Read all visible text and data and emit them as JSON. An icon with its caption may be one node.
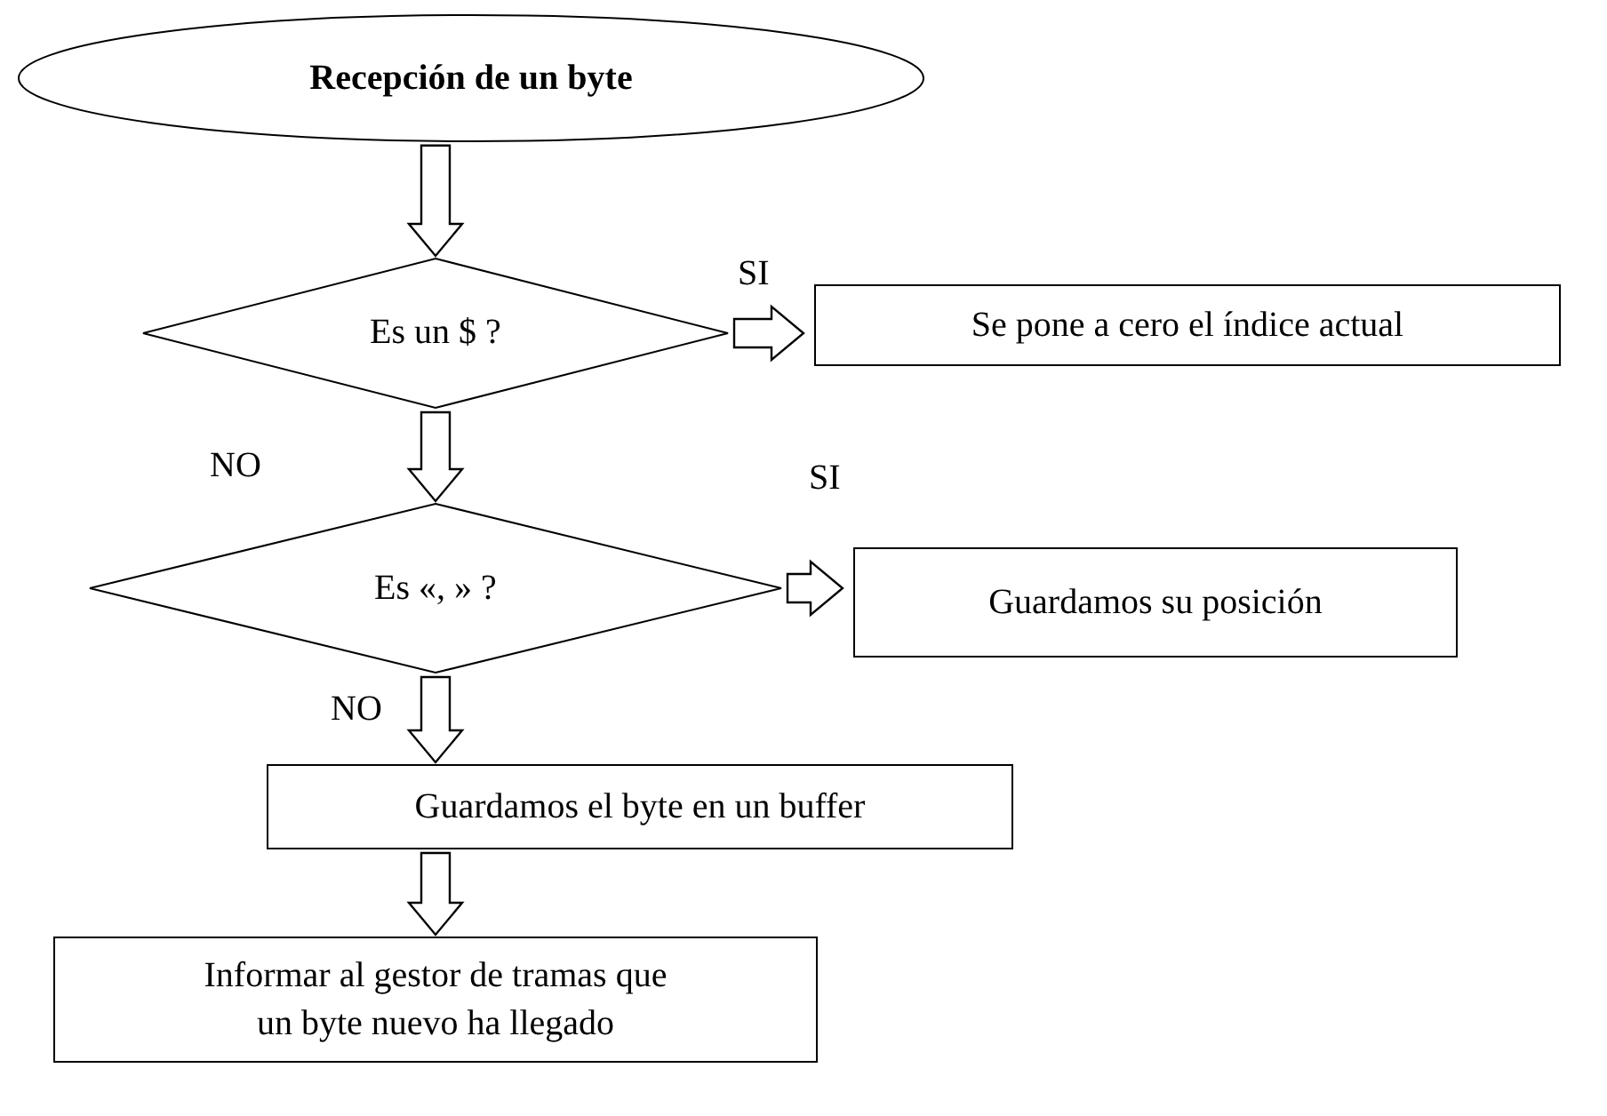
{
  "diagram": {
    "nodes": [
      {
        "text": [
          "Recepción de un byte"
        ]
      },
      {
        "text": [
          "Es un $ ?"
        ]
      },
      {
        "text": [
          "Se pone a cero el índice actual"
        ]
      },
      {
        "text": [
          "Es «, » ?"
        ]
      },
      {
        "text": [
          "Guardamos su posición"
        ]
      },
      {
        "text": [
          "Guardamos el byte en un buffer"
        ]
      },
      {
        "text": [
          "Informar al gestor de tramas que un byte nuevo ha llegado"
        ]
      }
    ],
    "edges": [
      {
        "from": 0,
        "to": 1,
        "arrow": "to"
      },
      {
        "from": 1,
        "to": 2,
        "arrow": "to",
        "label": "SI"
      },
      {
        "from": 1,
        "to": 3,
        "arrow": "to",
        "label": "NO"
      },
      {
        "from": 3,
        "to": 4,
        "arrow": "to",
        "label": "SI"
      },
      {
        "from": 3,
        "to": 5,
        "arrow": "to",
        "label": "NO"
      },
      {
        "from": 5,
        "to": 6,
        "arrow": "to"
      }
    ]
  }
}
